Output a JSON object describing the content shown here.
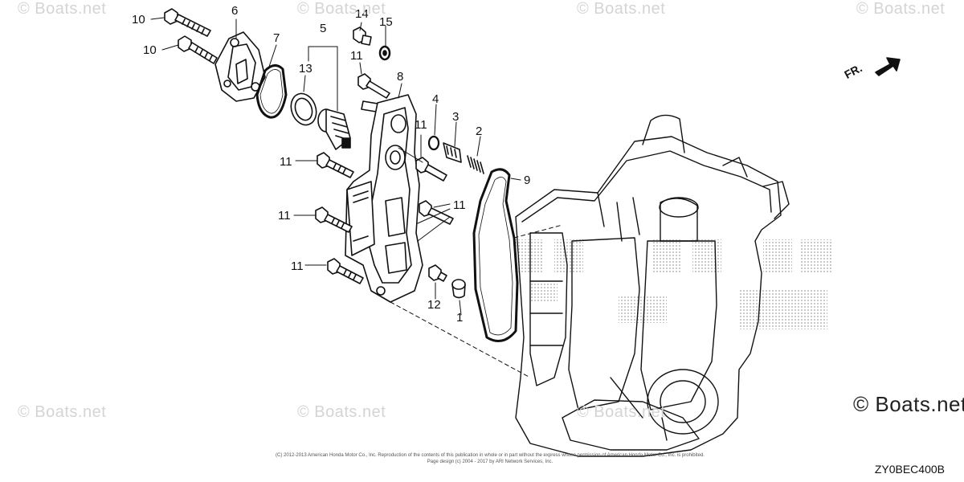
{
  "watermark_text": "© Boats.net",
  "watermark_large": "© Boats.net",
  "direction_label": "FR.",
  "diagram_code": "ZY0BEC400B",
  "copyright_lines": [
    "(C) 2012-2013 American Honda Motor Co., Inc. Reproduction of the contents of this publication in whole or in part without the express written permission of American Honda Motor Co., Inc. is prohibited.",
    "Page design (c) 2004 - 2017 by ARI Network Services, Inc."
  ],
  "callouts": [
    "10",
    "10",
    "6",
    "7",
    "5",
    "13",
    "14",
    "15",
    "11",
    "8",
    "4",
    "3",
    "2",
    "11",
    "9",
    "11",
    "11",
    "11",
    "11",
    "12",
    "1"
  ],
  "colors": {
    "line": "#111111",
    "watermark": "#d4d4d4",
    "dots": "#555555"
  }
}
